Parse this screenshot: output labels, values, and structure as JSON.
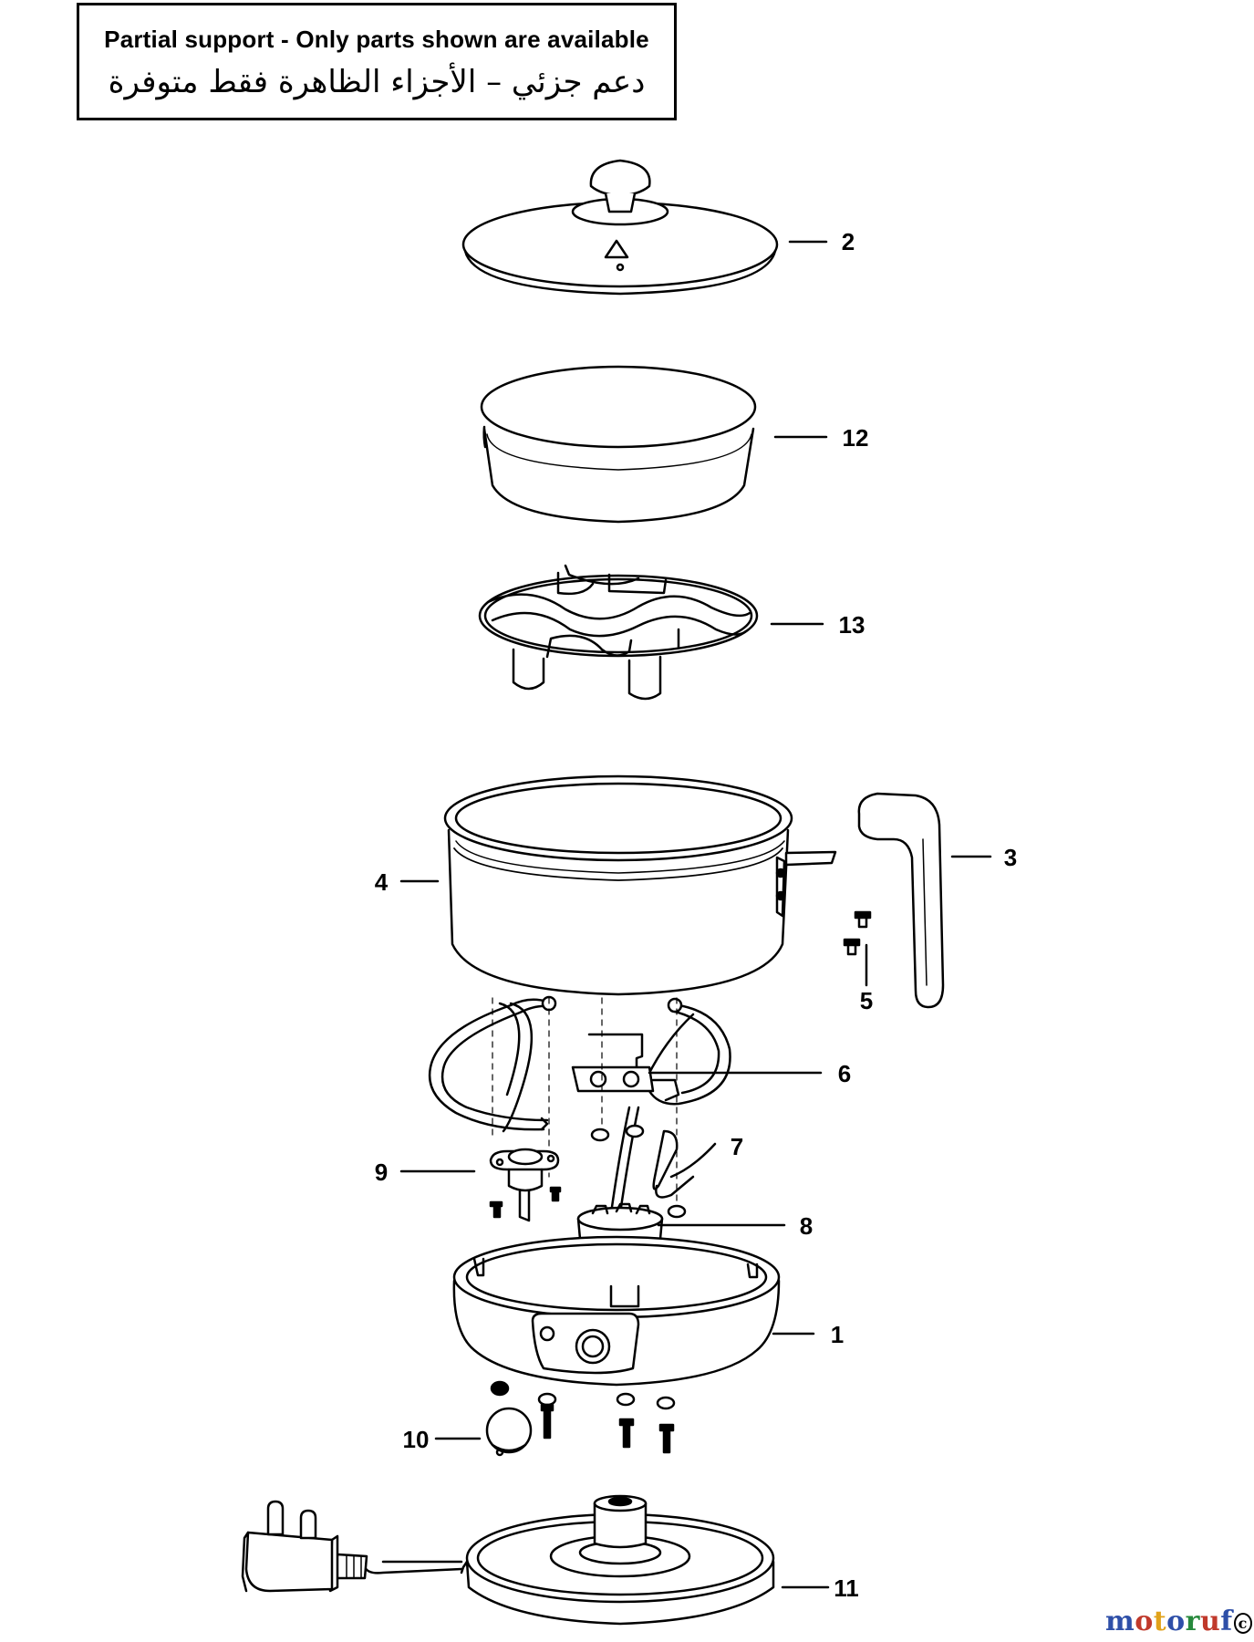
{
  "notice": {
    "english": "Partial support - Only parts shown are available",
    "arabic": "دعم جزئي – الأجزاء الظاهرة فقط متوفرة"
  },
  "callouts": {
    "p1": "1",
    "p2": "2",
    "p3": "3",
    "p4": "4",
    "p5": "5",
    "p6": "6",
    "p7": "7",
    "p8": "8",
    "p9": "9",
    "p10": "10",
    "p11": "11",
    "p12": "12",
    "p13": "13"
  },
  "watermark": {
    "text": "motoruf",
    "symbol": "c",
    "colors": [
      "#2e4fa8",
      "#c0392b",
      "#e1a21a",
      "#2e4fa8",
      "#27893c",
      "#c0392b",
      "#2e4fa8"
    ]
  }
}
